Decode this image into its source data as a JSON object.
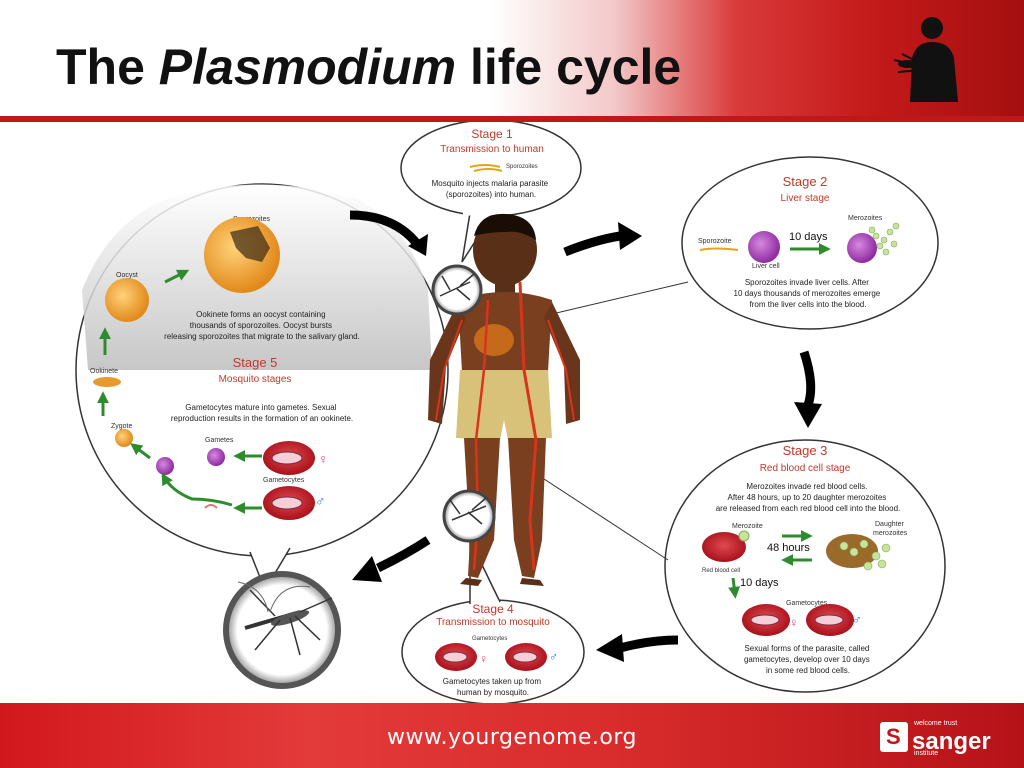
{
  "title": {
    "part1": "The ",
    "italic": "Plasmodium",
    "part2": " life cycle"
  },
  "footer": {
    "url": "www.yourgenome.org",
    "logo_small": "welcome trust",
    "logo_big": "sanger",
    "logo_inst": "institute"
  },
  "stage1": {
    "title": "Stage 1",
    "subtitle": "Transmission to human",
    "label": "Sporozoites",
    "desc1": "Mosquito injects malaria parasite",
    "desc2": "(sporozoites) into human."
  },
  "stage2": {
    "title": "Stage 2",
    "subtitle": "Liver stage",
    "sporozoite": "Sporozoite",
    "liver_cell": "Liver cell",
    "time": "10 days",
    "merozoites": "Merozoites",
    "desc1": "Sporozoites invade liver cells. After",
    "desc2": "10 days thousands of merozoites emerge",
    "desc3": "from the liver cells into the blood."
  },
  "stage3": {
    "title": "Stage 3",
    "subtitle": "Red blood cell stage",
    "desc1": "Merozoites invade red blood cells.",
    "desc2": "After 48 hours, up to 20 daughter merozoites",
    "desc3": "are released from each red blood cell into the blood.",
    "merozoite": "Merozoite",
    "daughter1": "Daughter",
    "daughter2": "merozoites",
    "hours": "48 hours",
    "rbc": "Red blood cell",
    "days": "10 days",
    "gametocytes": "Gametocytes",
    "desc4": "Sexual forms of the parasite, called",
    "desc5": "gametocytes, develop over 10 days",
    "desc6": "in some red blood cells."
  },
  "stage4": {
    "title": "Stage 4",
    "subtitle": "Transmission to mosquito",
    "gametocytes": "Gametocytes",
    "desc1": "Gametocytes taken up from",
    "desc2": "human by mosquito."
  },
  "stage5": {
    "title": "Stage 5",
    "subtitle": "Mosquito stages",
    "sporozoites": "Sporozoites",
    "oocyst": "Oocyst",
    "top1": "Ookinete forms an oocyst containing",
    "top2": "thousands of sporozoites. Oocyst bursts",
    "top3": "releasing sporozoites that migrate to the salivary gland.",
    "ookinete": "Ookinete",
    "zygote": "Zygote",
    "gametes": "Gametes",
    "gametocytes": "Gametocytes",
    "desc1": "Gametocytes mature into gametes. Sexual",
    "desc2": "reproduction results in the formation of an ookinete."
  },
  "symbols": {
    "female": "♀",
    "male": "♂"
  },
  "colors": {
    "brand_red": "#c0171a",
    "stage_title": "#c0392b",
    "arrow_green": "#2e8b2e",
    "cell_red": "#c4161c"
  }
}
